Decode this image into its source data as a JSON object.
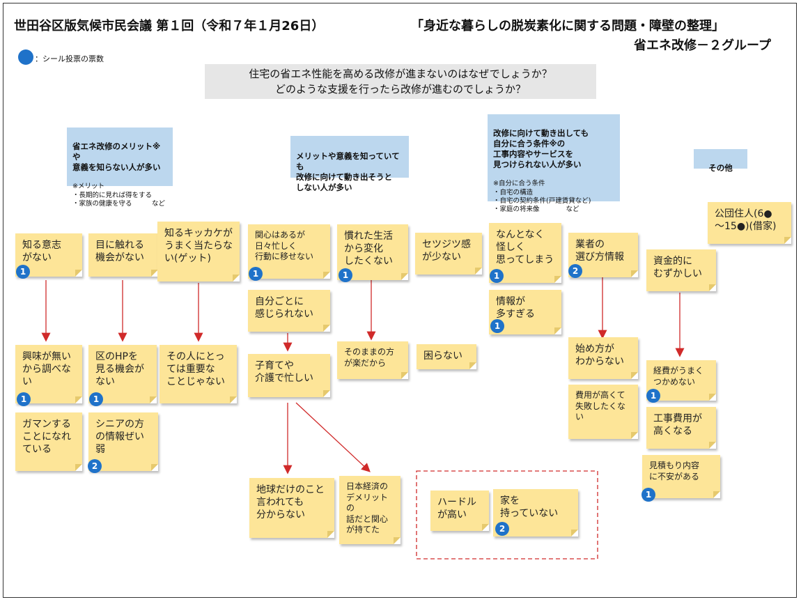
{
  "header": {
    "title": "世田谷区版気候市民会議 第１回（令和７年１月26日）",
    "theme": "「身近な暮らしの脱炭素化に関する問題・障壁の整理」",
    "group": "省エネ改修－２グループ"
  },
  "legend": {
    "text": "：シール投票の票数",
    "color": "#1f72c9"
  },
  "question": {
    "line1": "住宅の省エネ性能を高める改修が進まないのはなぜでしょうか？",
    "line2": "どのような支援を行ったら改修が進むのでしょうか？"
  },
  "categories": {
    "c1": {
      "heading": "省エネ改修のメリット※や\n意義を知らない人が多い",
      "sub": "※メリット\n・長期的に見れば得をする\n・家族の健康を守る　　　など"
    },
    "c2": {
      "heading": "メリットや意義を知っていても\n改修に向けて動き出そうと\nしない人が多い"
    },
    "c3": {
      "heading": "改修に向けて動き出しても\n自分に合う条件※の\n工事内容やサービスを\n見つけられない人が多い",
      "sub": "※自分に合う条件\n・自宅の構造\n・自宅の契約条件(戸建賃貸など)\n・家庭の将来像　　　　など"
    },
    "c4": {
      "heading": "その他"
    }
  },
  "notes": {
    "n1": {
      "text": "知る意志\nがない",
      "votes": "1"
    },
    "n2": {
      "text": "興味が無い\nから調べな\nい",
      "votes": "1"
    },
    "n3": {
      "text": "ガマンする\nことになれ\nている"
    },
    "n4": {
      "text": "目に触れる\n機会がない"
    },
    "n5": {
      "text": "区のHPを\n見る機会が\nない",
      "votes": "1"
    },
    "n6": {
      "text": "シニアの方\nの情報ぜい\n弱",
      "votes": "2"
    },
    "n7": {
      "text": "知るキッカケが\nうまく当たらな\nい(ゲット)"
    },
    "n8": {
      "text": "その人にとっ\nては重要な\nことじゃない"
    },
    "n9": {
      "text": "関心はあるが\n日々忙しく\n行動に移せない",
      "votes": "1"
    },
    "n10": {
      "text": "自分ごとに\n感じられない"
    },
    "n11": {
      "text": "子育てや\n介護で忙しい"
    },
    "n12": {
      "text": "地球だけのこと\n言われても\n分からない"
    },
    "n13": {
      "text": "日本経済の\nデメリットの\n話だと関心\nが持てた"
    },
    "n14": {
      "text": "慣れた生活\nから変化\nしたくない",
      "votes": "1"
    },
    "n15": {
      "text": "そのままの方\nが楽だから"
    },
    "n16": {
      "text": "セツジツ感\nが少ない"
    },
    "n17": {
      "text": "困らない"
    },
    "n18": {
      "text": "ハードル\nが高い"
    },
    "n19": {
      "text": "家を\n持っていない",
      "votes": "2"
    },
    "n20": {
      "text": "なんとなく\n怪しく\n思ってしまう",
      "votes": "1"
    },
    "n21": {
      "text": "情報が\n多すぎる",
      "votes": "1"
    },
    "n22": {
      "text": "業者の\n選び方情報",
      "votes": "2"
    },
    "n23": {
      "text": "始め方が\nわからない"
    },
    "n24": {
      "text": "費用が高くて\n失敗したくな\nい"
    },
    "n25": {
      "text": "資金的に\nむずかしい"
    },
    "n26": {
      "text": "経費がうまく\nつかめない",
      "votes": "1"
    },
    "n27": {
      "text": "工事費用が\n高くなる"
    },
    "n28": {
      "text": "見積もり内容\nに不安がある",
      "votes": "1"
    },
    "n29": {
      "text": "公団住人(6●\n～15●)(借家)"
    }
  }
}
